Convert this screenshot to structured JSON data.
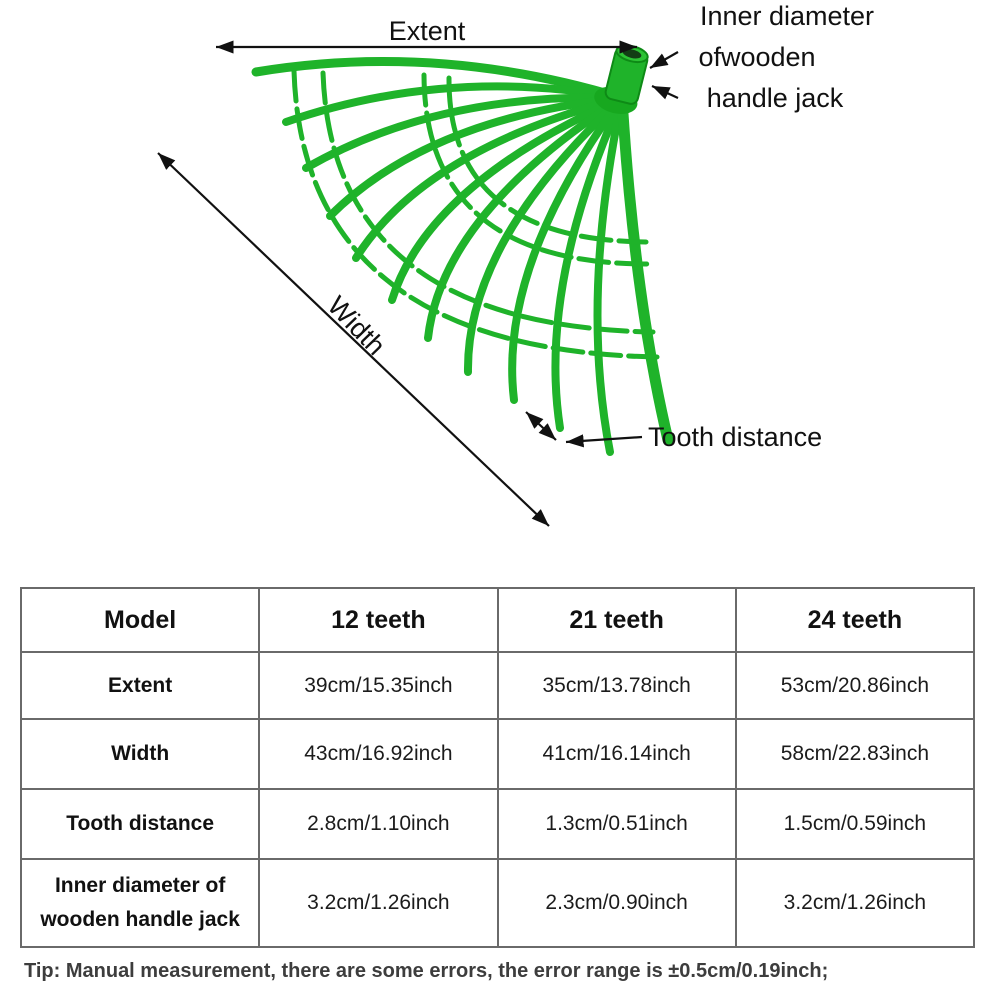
{
  "diagram": {
    "extent_label": "Extent",
    "width_label": "Width",
    "tooth_distance_label": "Tooth distance",
    "inner_diameter_lines": [
      "Inner diameter",
      "ofwooden",
      "handle jack"
    ],
    "colors": {
      "rake_green": "#1fb32a",
      "rake_green_dark": "#0e8a16",
      "annotation_black": "#111111",
      "table_border": "#6a6a6a"
    }
  },
  "table": {
    "headers": [
      "Model",
      "12 teeth",
      "21 teeth",
      "24 teeth"
    ],
    "rows": [
      {
        "label": "Extent",
        "values": [
          "39cm/15.35inch",
          "35cm/13.78inch",
          "53cm/20.86inch"
        ]
      },
      {
        "label": "Width",
        "values": [
          "43cm/16.92inch",
          "41cm/16.14inch",
          "58cm/22.83inch"
        ]
      },
      {
        "label": "Tooth distance",
        "values": [
          "2.8cm/1.10inch",
          "1.3cm/0.51inch",
          "1.5cm/0.59inch"
        ]
      },
      {
        "label": "Inner diameter of wooden handle jack",
        "values": [
          "3.2cm/1.26inch",
          "2.3cm/0.90inch",
          "3.2cm/1.26inch"
        ]
      }
    ],
    "tip": "Tip: Manual measurement, there are some errors, the error range is  ±0.5cm/0.19inch;"
  }
}
